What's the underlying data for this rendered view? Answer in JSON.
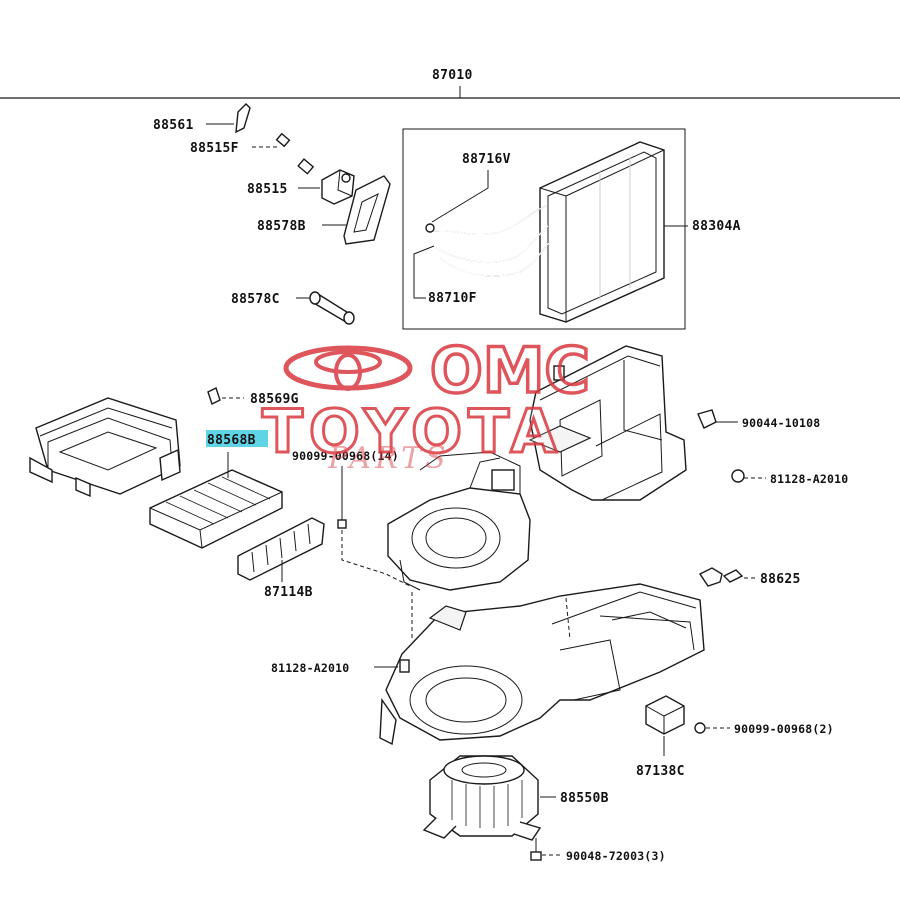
{
  "diagram": {
    "assembly_number": "87010",
    "highlight_color": "#5fd4e6",
    "watermark_color": "#d9383f",
    "parts": [
      {
        "id": "88561",
        "label": "88561"
      },
      {
        "id": "88515F",
        "label": "88515F"
      },
      {
        "id": "88515",
        "label": "88515"
      },
      {
        "id": "88578B",
        "label": "88578B"
      },
      {
        "id": "88578C",
        "label": "88578C"
      },
      {
        "id": "88716V",
        "label": "88716V"
      },
      {
        "id": "88710F",
        "label": "88710F"
      },
      {
        "id": "88304A",
        "label": "88304A"
      },
      {
        "id": "88569G",
        "label": "88569G"
      },
      {
        "id": "88568B",
        "label": "88568B"
      },
      {
        "id": "90099-00968-14",
        "label": "90099-00968(14)"
      },
      {
        "id": "90044-10108",
        "label": "90044-10108"
      },
      {
        "id": "81128-A2010-a",
        "label": "81128-A2010"
      },
      {
        "id": "87114B",
        "label": "87114B"
      },
      {
        "id": "88625",
        "label": "88625"
      },
      {
        "id": "81128-A2010-b",
        "label": "81128-A2010"
      },
      {
        "id": "90099-00968-2",
        "label": "90099-00968(2)"
      },
      {
        "id": "87138C",
        "label": "87138C"
      },
      {
        "id": "88550B",
        "label": "88550B"
      },
      {
        "id": "90048-72003-3",
        "label": "90048-72003(3)"
      }
    ]
  },
  "watermark": {
    "brand_line1": "OMC",
    "brand_line2": "TOYOTA",
    "brand_line3": "PARTS"
  }
}
